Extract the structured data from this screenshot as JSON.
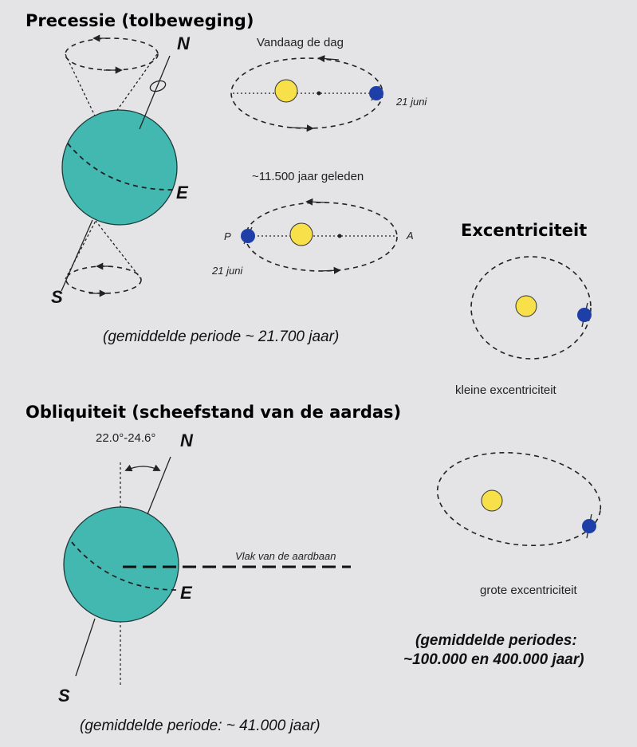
{
  "colors": {
    "background": "#e4e4e6",
    "earth": "#43b8b0",
    "sun": "#f7e04a",
    "planet": "#1f3fa8",
    "line": "#222222"
  },
  "precession": {
    "heading": "Precessie (tolbeweging)",
    "pole_n": "N",
    "pole_s": "S",
    "equator_label": "E",
    "today_label": "Vandaag de dag",
    "today_date": "21 juni",
    "past_label": "~11.500 jaar geleden",
    "past_date": "21 juni",
    "perihelion": "P",
    "aphelion": "A",
    "period": "(gemiddelde periode ~ 21.700 jaar)"
  },
  "eccentricity": {
    "heading": "Excentriciteit",
    "small_label": "kleine excentriciteit",
    "large_label": "grote excentriciteit",
    "period_line1": "(gemiddelde periodes:",
    "period_line2": "~100.000 en 400.000 jaar)"
  },
  "obliquity": {
    "heading": "Obliquiteit (scheefstand van de aardas)",
    "angle_range": "22.0°-24.6°",
    "pole_n": "N",
    "pole_s": "S",
    "equator_label": "E",
    "orbit_plane_label": "Vlak van de aardbaan",
    "period": "(gemiddelde periode: ~ 41.000 jaar)"
  }
}
